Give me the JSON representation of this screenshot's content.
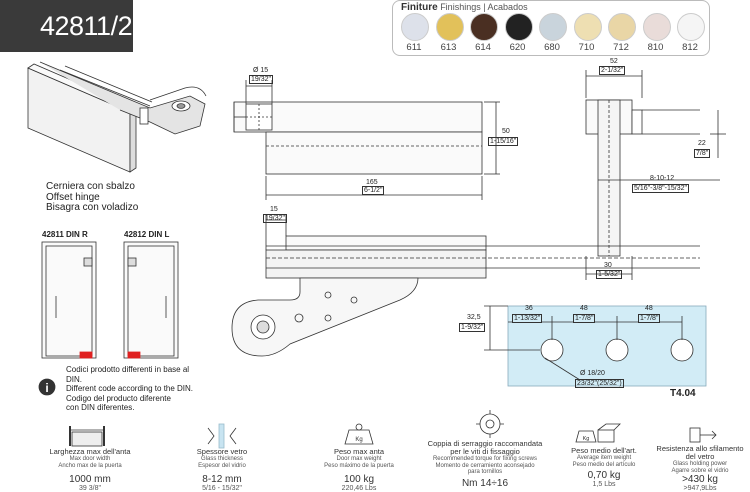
{
  "code": "42811/2",
  "finish": {
    "title_main": "Finiture",
    "title_rest": "Finishings | Acabados",
    "swatches": [
      {
        "code": "611",
        "color": "#dde1ea"
      },
      {
        "code": "613",
        "color": "#e2c15a"
      },
      {
        "code": "614",
        "color": "#4a2f22"
      },
      {
        "code": "620",
        "color": "#222222"
      },
      {
        "code": "680",
        "color": "#c9d4dc"
      },
      {
        "code": "710",
        "color": "#eedfb2"
      },
      {
        "code": "712",
        "color": "#e9d6a6"
      },
      {
        "code": "810",
        "color": "#e9dcd9"
      },
      {
        "code": "812",
        "color": "#f5f5f5"
      }
    ]
  },
  "hinge_name": [
    "Cerniera con sbalzo",
    "Offset hinge",
    "Bisagra con voladizo"
  ],
  "din": {
    "right": "42811 DIN R",
    "left": "42812 DIN L"
  },
  "info_note": [
    "Codici prodotto differenti in base al",
    "DIN.",
    "Different code according to the DIN.",
    "Codigo del producto diferente",
    "con DIN diferentes."
  ],
  "dims": {
    "d15": "Ø 15",
    "d15_in": "19/32\"",
    "d165": "165",
    "d165_in": "6-1/2\"",
    "d50": "50",
    "d50_in": "1-15/16\"",
    "d15b": "15",
    "d15b_in": "19/32\"",
    "d52": "52",
    "d52_in": "2-1/32\"",
    "d22": "22",
    "d22_in": "7/8\"",
    "d8_10_12": "8-10-12",
    "d8_in": "5/16\"-3/8\"-15/32\"",
    "d30": "30",
    "d30_in": "1-5/32\"",
    "d32_5": "32,5",
    "d32_5_in": "1-9/32\"",
    "d36": "36",
    "d36_in": "1-13/32\"",
    "d48a": "48",
    "d48a_in": "1-7/8\"",
    "d48b": "48",
    "d48b_in": "1-7/8\"",
    "dhole": "Ø 18/20",
    "dhole_in": "23/32\"(25/32\")"
  },
  "glass_code": "T4.04",
  "specs": [
    {
      "l1": "Larghezza max dell'anta",
      "l2": "Max door width",
      "l3": "Ancho max de la puerta",
      "v1": "1000 mm",
      "v2": "39 3/8\""
    },
    {
      "l1": "Spessore vetro",
      "l2": "Glass thickness",
      "l3": "Espesor del vidrio",
      "v1": "8-12 mm",
      "v2": "5/16 - 15/32\""
    },
    {
      "l1": "Peso max anta",
      "l2": "Door max weight",
      "l3": "Peso máximo de la puerta",
      "v1": "100 kg",
      "v2": "220,46 Lbs"
    },
    {
      "l1": "Coppia di serraggio raccomandata",
      "l1b": "per le viti di fissaggio",
      "l2": "Recommended torque for fixing screws",
      "l3": "Momento de cerramiento aconsejado",
      "l4": "para tornillos",
      "v1": "Nm 14÷16",
      "v2": ""
    },
    {
      "l1": "Peso medio dell'art.",
      "l2": "Average item weight",
      "l3": "Peso medio del artículo",
      "v1": "0,70 kg",
      "v2": "1,5 Lbs"
    },
    {
      "l1": "Resistenza allo sfilamento",
      "l1b": "del vetro",
      "l2": "Glass holding power",
      "l3": "Agarre sobre el vidrio",
      "v1": ">430 kg",
      "v2": ">947,9Lbs"
    }
  ],
  "icon_labels": {
    "kg": "Kg"
  }
}
